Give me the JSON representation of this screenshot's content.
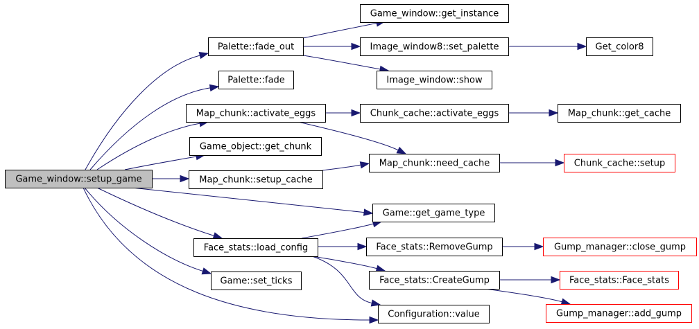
{
  "diagram": {
    "type": "call-graph",
    "edge_color": "#191970",
    "root_fill": "#bfbfbf",
    "undocumented_border": "#ff0000",
    "nodes": [
      {
        "id": "setup_game",
        "label": "Game_window::setup_game",
        "style": "root"
      },
      {
        "id": "fade_out",
        "label": "Palette::fade_out",
        "style": "normal"
      },
      {
        "id": "fade",
        "label": "Palette::fade",
        "style": "normal"
      },
      {
        "id": "mc_activate_eggs",
        "label": "Map_chunk::activate_eggs",
        "style": "normal"
      },
      {
        "id": "get_chunk",
        "label": "Game_object::get_chunk",
        "style": "normal"
      },
      {
        "id": "setup_cache",
        "label": "Map_chunk::setup_cache",
        "style": "normal"
      },
      {
        "id": "load_config",
        "label": "Face_stats::load_config",
        "style": "normal"
      },
      {
        "id": "set_ticks",
        "label": "Game::set_ticks",
        "style": "normal"
      },
      {
        "id": "get_instance",
        "label": "Game_window::get_instance",
        "style": "normal"
      },
      {
        "id": "set_palette",
        "label": "Image_window8::set_palette",
        "style": "normal"
      },
      {
        "id": "show",
        "label": "Image_window::show",
        "style": "normal"
      },
      {
        "id": "get_color8",
        "label": "Get_color8",
        "style": "normal"
      },
      {
        "id": "cc_activate_eggs",
        "label": "Chunk_cache::activate_eggs",
        "style": "normal"
      },
      {
        "id": "get_cache",
        "label": "Map_chunk::get_cache",
        "style": "normal"
      },
      {
        "id": "need_cache",
        "label": "Map_chunk::need_cache",
        "style": "normal"
      },
      {
        "id": "cc_setup",
        "label": "Chunk_cache::setup",
        "style": "undocumented"
      },
      {
        "id": "get_game_type",
        "label": "Game::get_game_type",
        "style": "normal"
      },
      {
        "id": "remove_gump",
        "label": "Face_stats::RemoveGump",
        "style": "normal"
      },
      {
        "id": "close_gump",
        "label": "Gump_manager::close_gump",
        "style": "undocumented"
      },
      {
        "id": "create_gump",
        "label": "Face_stats::CreateGump",
        "style": "normal"
      },
      {
        "id": "face_stats",
        "label": "Face_stats::Face_stats",
        "style": "undocumented"
      },
      {
        "id": "config_value",
        "label": "Configuration::value",
        "style": "normal"
      },
      {
        "id": "add_gump",
        "label": "Gump_manager::add_gump",
        "style": "undocumented"
      }
    ],
    "edges": [
      {
        "from": "setup_game",
        "to": "fade_out"
      },
      {
        "from": "setup_game",
        "to": "fade"
      },
      {
        "from": "setup_game",
        "to": "mc_activate_eggs"
      },
      {
        "from": "setup_game",
        "to": "get_chunk"
      },
      {
        "from": "setup_game",
        "to": "setup_cache"
      },
      {
        "from": "setup_game",
        "to": "get_game_type"
      },
      {
        "from": "setup_game",
        "to": "load_config"
      },
      {
        "from": "setup_game",
        "to": "set_ticks"
      },
      {
        "from": "setup_game",
        "to": "config_value"
      },
      {
        "from": "fade_out",
        "to": "get_instance"
      },
      {
        "from": "fade_out",
        "to": "set_palette"
      },
      {
        "from": "fade_out",
        "to": "show"
      },
      {
        "from": "set_palette",
        "to": "get_color8"
      },
      {
        "from": "mc_activate_eggs",
        "to": "cc_activate_eggs"
      },
      {
        "from": "mc_activate_eggs",
        "to": "need_cache"
      },
      {
        "from": "cc_activate_eggs",
        "to": "get_cache"
      },
      {
        "from": "setup_cache",
        "to": "need_cache"
      },
      {
        "from": "need_cache",
        "to": "cc_setup"
      },
      {
        "from": "load_config",
        "to": "get_game_type"
      },
      {
        "from": "load_config",
        "to": "remove_gump"
      },
      {
        "from": "load_config",
        "to": "create_gump"
      },
      {
        "from": "load_config",
        "to": "config_value"
      },
      {
        "from": "remove_gump",
        "to": "close_gump"
      },
      {
        "from": "create_gump",
        "to": "face_stats"
      },
      {
        "from": "create_gump",
        "to": "add_gump"
      }
    ]
  }
}
